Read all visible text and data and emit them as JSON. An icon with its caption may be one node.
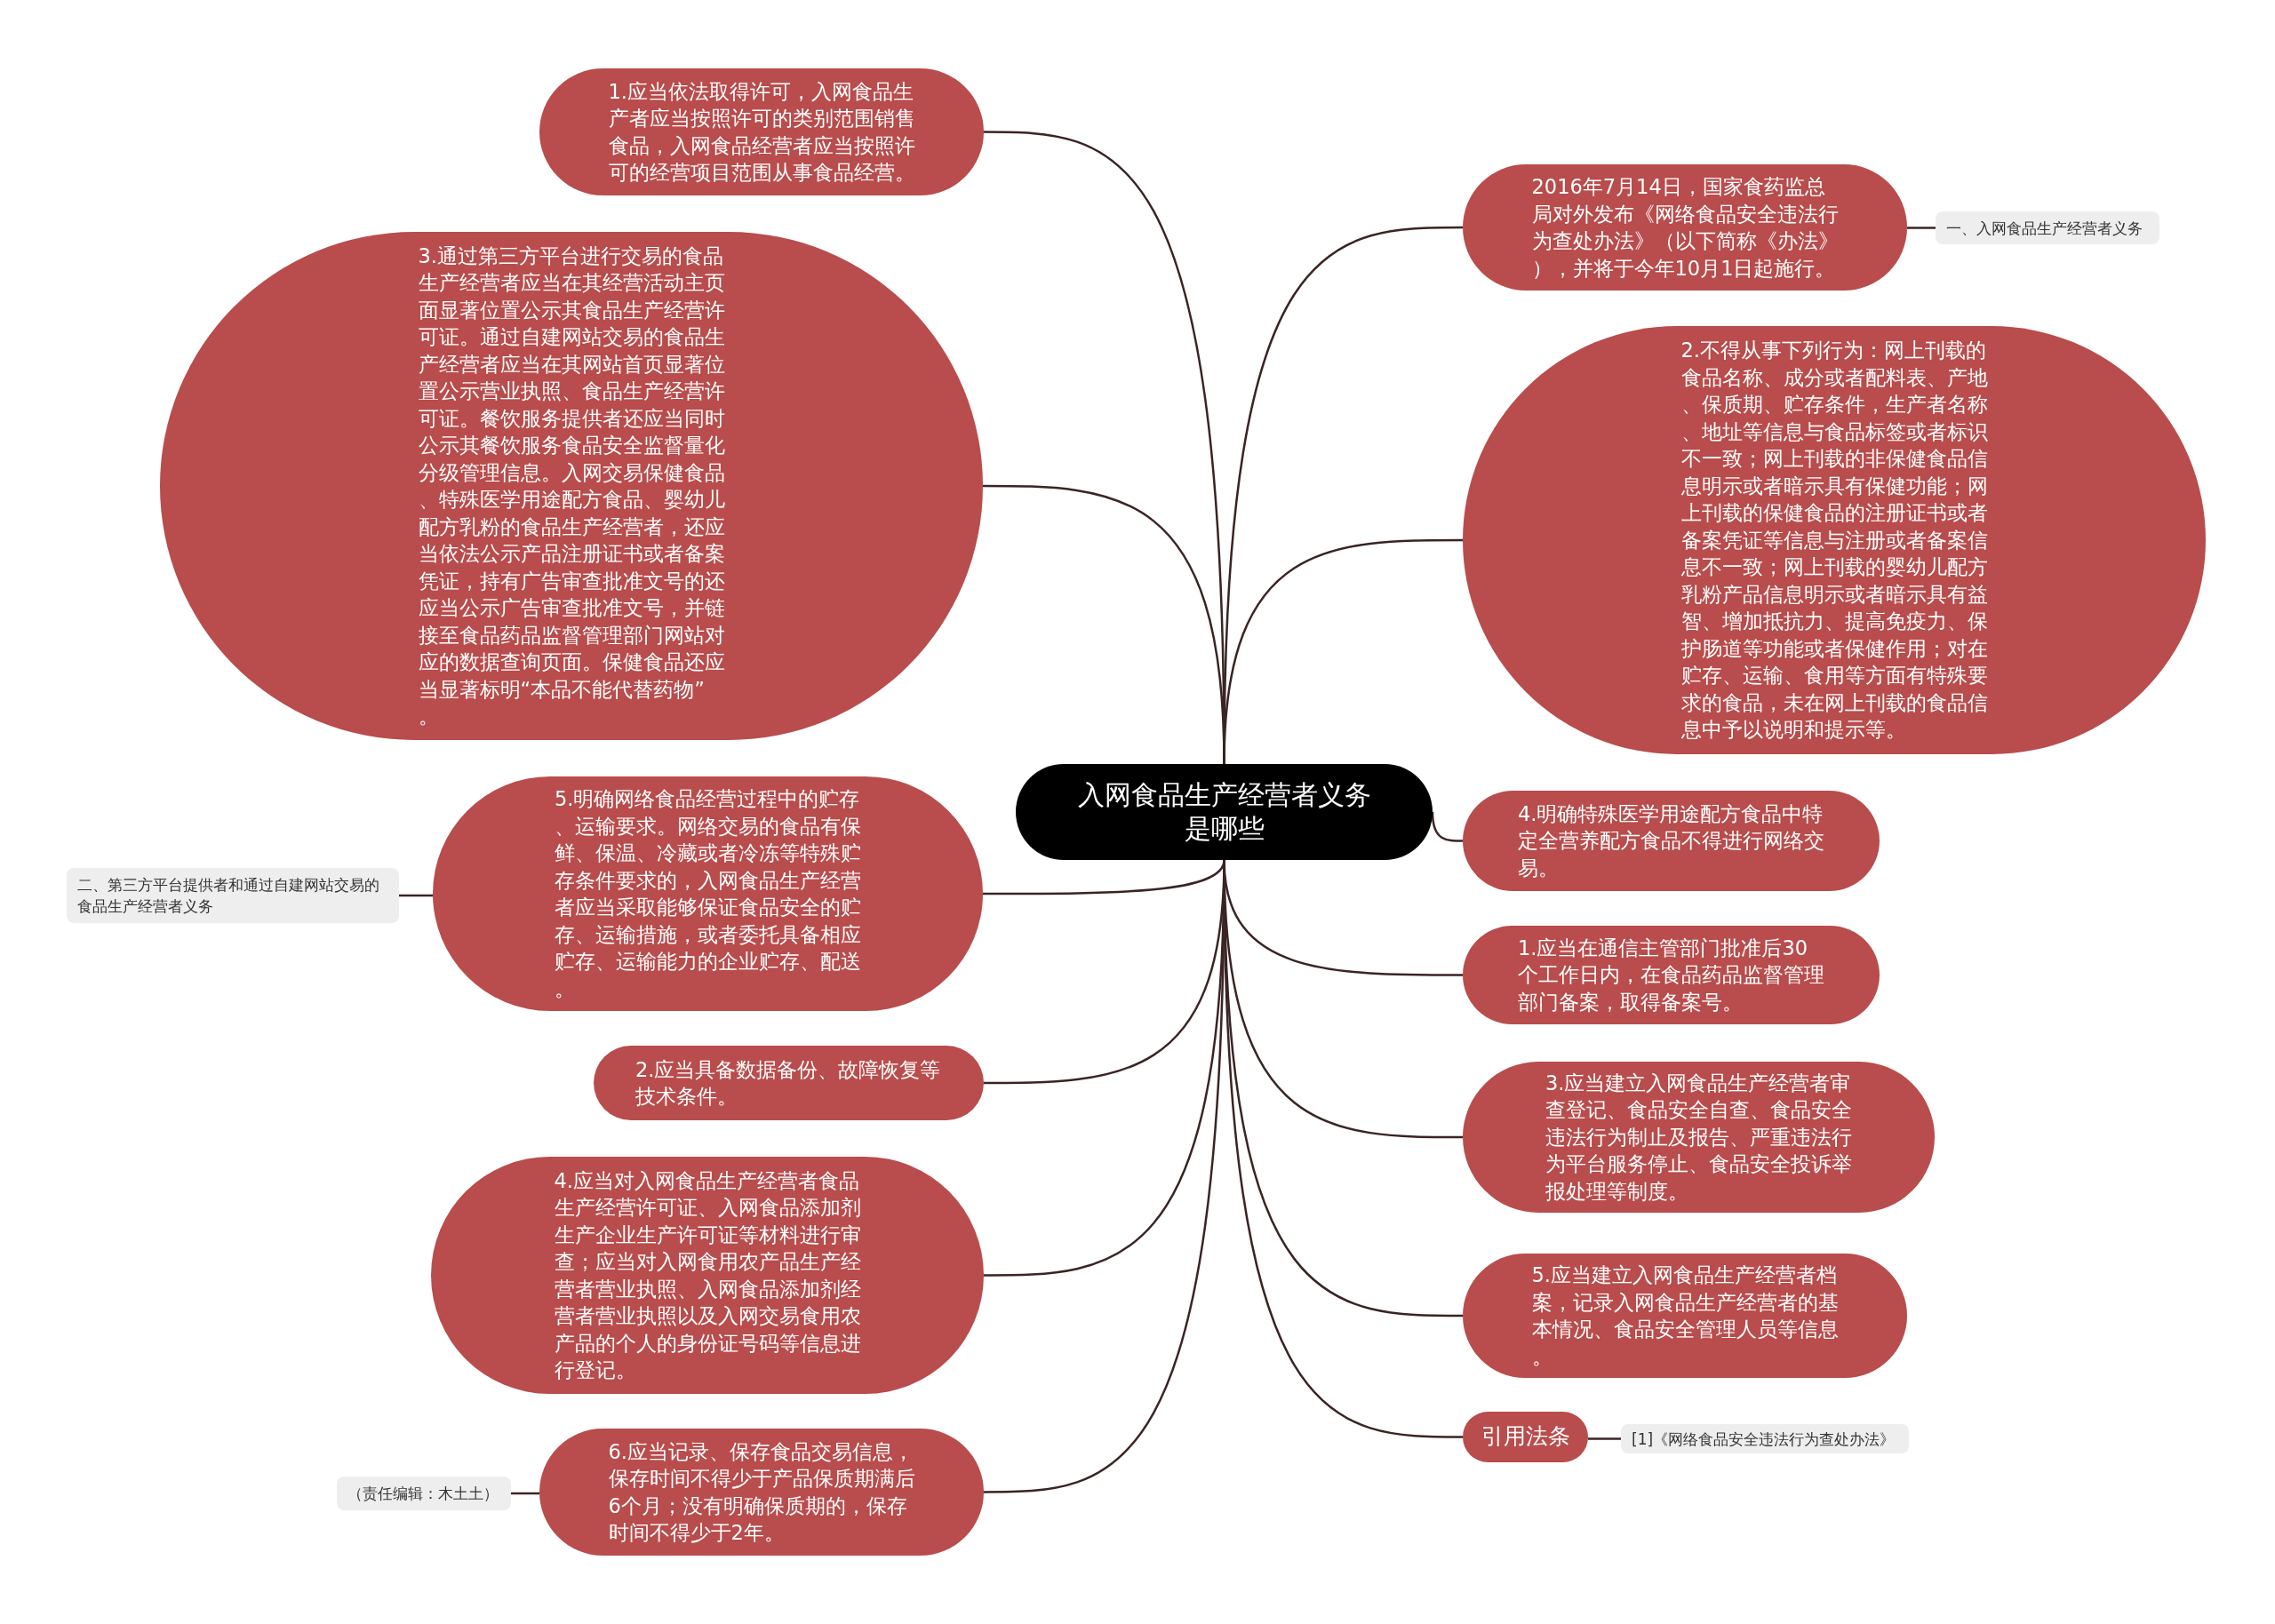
{
  "diagram": {
    "nodes": [
      {
        "text": [
          "入网食品生产经营者义务是哪些"
        ]
      },
      {
        "text": [
          "1.应当依法取得许可，入网食品生产者应当按照许可的类别范围销售食品，入网食品经营者应当按照许可的经营项目范围从事食品经营。"
        ]
      },
      {
        "text": [
          "3.通过第三方平台进行交易的食品生产经营者应当在其经营活动主页面显著位置公示其食品生产经营许可证。通过自建网站交易的食品生产经营者应当在其网站首页显著位置公示营业执照、食品生产经营许可证。餐饮服务提供者还应当同时公示其餐饮服务食品安全监督量化分级管理信息。入网交易保健食品、特殊医学用途配方食品、婴幼儿配方乳粉的食品生产经营者，还应当依法公示产品注册证书或者备案凭证，持有广告审查批准文号的还应当公示广告审查批准文号，并链接至食品药品监督管理部门网站对应的数据查询页面。保健食品还应当显著标明“本品不能代替药物”。"
        ]
      },
      {
        "text": [
          "5.明确网络食品经营过程中的贮存、运输要求。网络交易的食品有保鲜、保温、冷藏或者冷冻等特殊贮存条件要求的，入网食品生产经营者应当采取能够保证食品安全的贮存、运输措施，或者委托具备相应贮存、运输能力的企业贮存、配送。"
        ]
      },
      {
        "text": [
          "二、第三方平台提供者和通过自建网站交易的食品生产经营者义务"
        ]
      },
      {
        "text": [
          "2.应当具备数据备份、故障恢复等技术条件。"
        ]
      },
      {
        "text": [
          "4.应当对入网食品生产经营者食品生产经营许可证、入网食品添加剂生产企业生产许可证等材料进行审查；应当对入网食用农产品生产经营者营业执照、入网食品添加剂经营者营业执照以及入网交易食用农产品的个人的身份证号码等信息进行登记。"
        ]
      },
      {
        "text": [
          "6.应当记录、保存食品交易信息，保存时间不得少于产品保质期满后6个月；没有明确保质期的，保存时间不得少于2年。"
        ]
      },
      {
        "text": [
          "（责任编辑：木土土）"
        ]
      },
      {
        "text": [
          "2016年7月14日，国家食药监总局对外发布《网络食品安全违法行为查处办法》（以下简称《办法》），并将于今年10月1日起施行。"
        ]
      },
      {
        "text": [
          "一、入网食品生产经营者义务"
        ]
      },
      {
        "text": [
          "2.不得从事下列行为：网上刊载的食品名称、成分或者配料表、产地、保质期、贮存条件，生产者名称、地址等信息与食品标签或者标识不一致；网上刊载的非保健食品信息明示或者暗示具有保健功能；网上刊载的保健食品的注册证书或者备案凭证等信息与注册或者备案信息不一致；网上刊载的婴幼儿配方乳粉产品信息明示或者暗示具有益智、增加抵抗力、提高免疫力、保护肠道等功能或者保健作用；对在贮存、运输、食用等方面有特殊要求的食品，未在网上刊载的食品信息中予以说明和提示等。"
        ]
      },
      {
        "text": [
          "4.明确特殊医学用途配方食品中特定全营养配方食品不得进行网络交易。"
        ]
      },
      {
        "text": [
          "1.应当在通信主管部门批准后30个工作日内，在食品药品监督管理部门备案，取得备案号。"
        ]
      },
      {
        "text": [
          "3.应当建立入网食品生产经营者审查登记、食品安全自查、食品安全违法行为制止及报告、严重违法行为平台服务停止、食品安全投诉举报处理等制度。"
        ]
      },
      {
        "text": [
          "5.应当建立入网食品生产经营者档案，记录入网食品生产经营者的基本情况、食品安全管理人员等信息。"
        ]
      },
      {
        "text": [
          "引用法条"
        ]
      },
      {
        "text": [
          "[1]《网络食品安全违法行为查处办法》"
        ]
      }
    ],
    "edges": [
      {
        "from": 0,
        "to": 1,
        "arrow": "none"
      },
      {
        "from": 0,
        "to": 2,
        "arrow": "none"
      },
      {
        "from": 0,
        "to": 3,
        "arrow": "none"
      },
      {
        "from": 3,
        "to": 4,
        "arrow": "none"
      },
      {
        "from": 0,
        "to": 5,
        "arrow": "none"
      },
      {
        "from": 0,
        "to": 6,
        "arrow": "none"
      },
      {
        "from": 0,
        "to": 7,
        "arrow": "none"
      },
      {
        "from": 7,
        "to": 8,
        "arrow": "none"
      },
      {
        "from": 0,
        "to": 9,
        "arrow": "none"
      },
      {
        "from": 9,
        "to": 10,
        "arrow": "none"
      },
      {
        "from": 0,
        "to": 11,
        "arrow": "none"
      },
      {
        "from": 0,
        "to": 12,
        "arrow": "none"
      },
      {
        "from": 0,
        "to": 13,
        "arrow": "none"
      },
      {
        "from": 0,
        "to": 14,
        "arrow": "none"
      },
      {
        "from": 0,
        "to": 15,
        "arrow": "none"
      },
      {
        "from": 0,
        "to": 16,
        "arrow": "none"
      },
      {
        "from": 16,
        "to": 17,
        "arrow": "none"
      }
    ]
  }
}
